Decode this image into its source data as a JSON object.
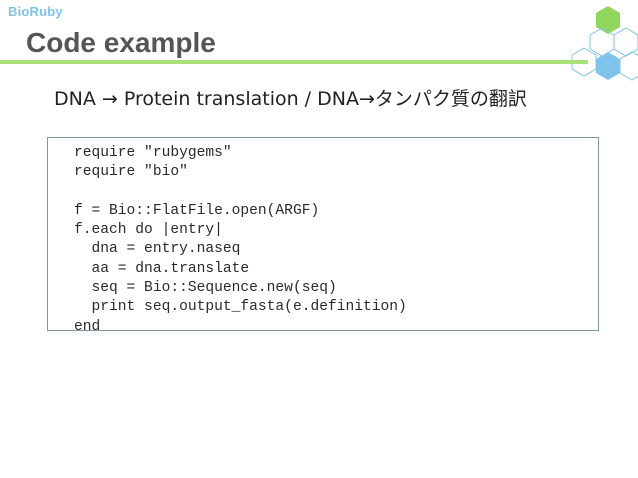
{
  "brand": {
    "logo_text": "BioRuby"
  },
  "slide": {
    "title": "Code example",
    "subtitle": "DNA → Protein translation / DNA→タンパク質の翻訳"
  },
  "code": {
    "lines": [
      "require \"rubygems\"",
      "require \"bio\"",
      "",
      "f = Bio::FlatFile.open(ARGF)",
      "f.each do |entry|",
      "  dna = entry.naseq",
      "  aa = dna.translate",
      "  seq = Bio::Sequence.new(seq)",
      "  print seq.output_fasta(e.definition)",
      "end"
    ]
  },
  "colors": {
    "accent_green": "#a8e07a",
    "hex_green": "#8fd65a",
    "hex_blue": "#7fc3ea",
    "logo_blue": "#7fc3ea",
    "title_gray": "#555555",
    "code_border": "#7f98a6"
  }
}
